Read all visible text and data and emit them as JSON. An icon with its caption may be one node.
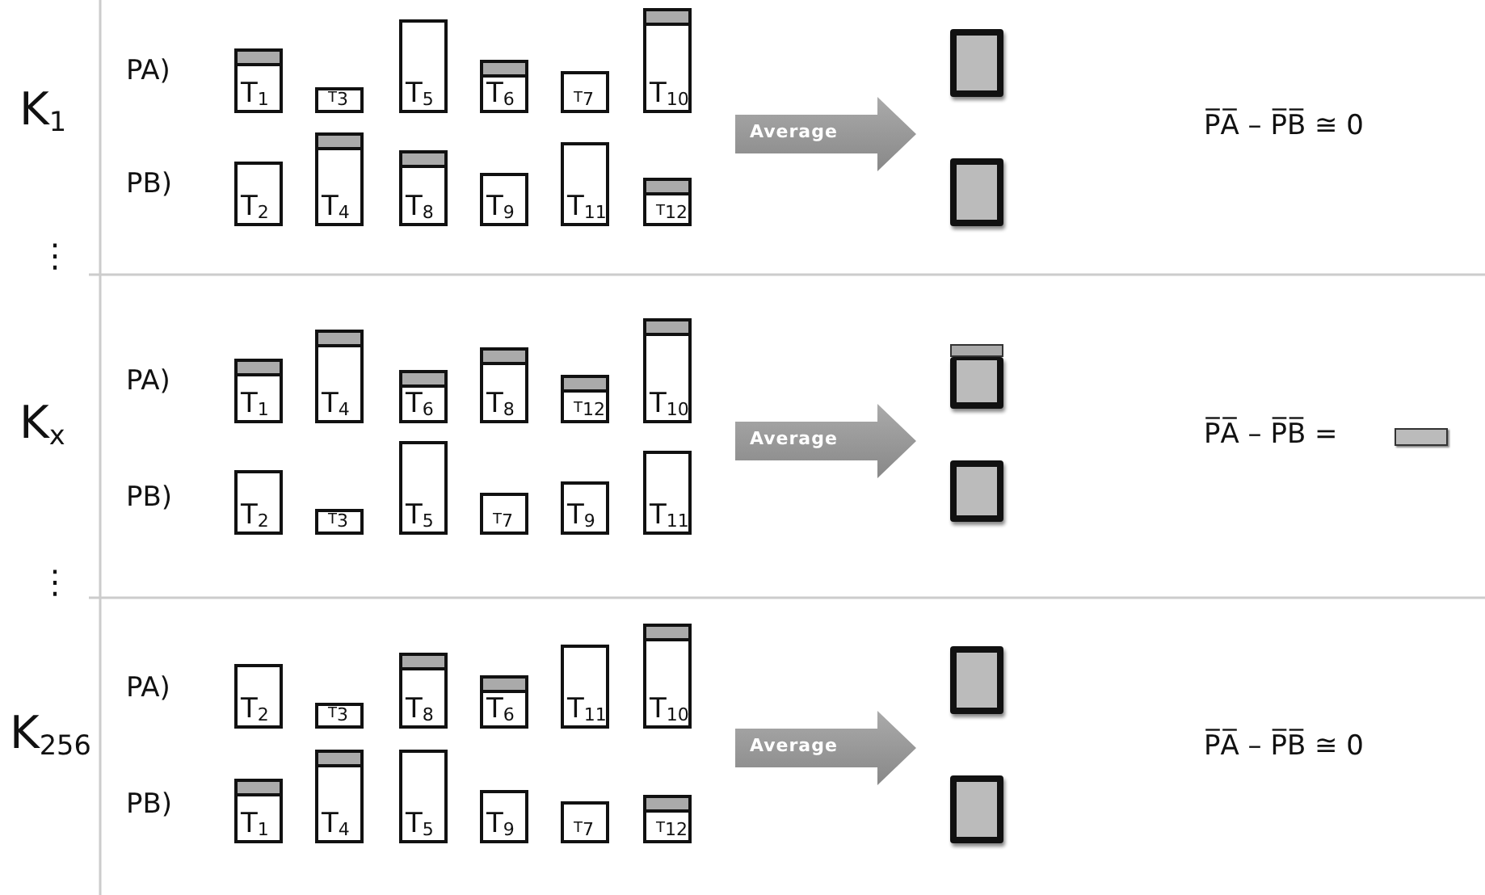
{
  "diagram": {
    "nodes": [
      {
        "text": [
          "T$_{1}$"
        ]
      },
      {
        "text": [
          "T$_{3}$"
        ]
      },
      {
        "text": [
          "T$_{5}$"
        ]
      },
      {
        "text": [
          "T$_{6}$"
        ]
      },
      {
        "text": [
          "T$_{7}$"
        ]
      },
      {
        "text": [
          "T$_{10}$"
        ]
      },
      {
        "text": [
          "T$_{2}$"
        ]
      },
      {
        "text": [
          "T$_{4}$"
        ]
      },
      {
        "text": [
          "T$_{8}$"
        ]
      },
      {
        "text": [
          "T$_{9}$"
        ]
      },
      {
        "text": [
          "T$_{11}$"
        ]
      },
      {
        "text": [
          "T$_{12}$"
        ]
      },
      {
        "text": [
          "Average"
        ]
      },
      {
        "text": [],
        "shape": "box"
      },
      {
        "text": [],
        "shape": "box"
      },
      {
        "text": [
          "T$_{1}$"
        ]
      },
      {
        "text": [
          "T$_{4}$"
        ]
      },
      {
        "text": [
          "T$_{6}$"
        ]
      },
      {
        "text": [
          "T$_{8}$"
        ]
      },
      {
        "text": [
          "T$_{12}$"
        ]
      },
      {
        "text": [
          "T$_{10}$"
        ]
      },
      {
        "text": [
          "T$_{2}$"
        ]
      },
      {
        "text": [
          "T$_{3}$"
        ]
      },
      {
        "text": [
          "T$_{5}$"
        ]
      },
      {
        "text": [
          "T$_{7}$"
        ]
      },
      {
        "text": [
          "T$_{9}$"
        ]
      },
      {
        "text": [
          "T$_{11}$"
        ]
      },
      {
        "text": [
          "Average"
        ]
      },
      {
        "text": [],
        "shape": "box"
      },
      {
        "text": [],
        "shape": "box"
      },
      {
        "text": [],
        "shape": "bar"
      },
      {
        "text": [
          "T$_{2}$"
        ]
      },
      {
        "text": [
          "T$_{3}$"
        ]
      },
      {
        "text": [
          "T$_{8}$"
        ]
      },
      {
        "text": [
          "T$_{6}$"
        ]
      },
      {
        "text": [
          "T$_{11}$"
        ]
      },
      {
        "text": [
          "T$_{10}$"
        ]
      },
      {
        "text": [
          "T$_{1}$"
        ]
      },
      {
        "text": [
          "T$_{4}$"
        ]
      },
      {
        "text": [
          "T$_{5}$"
        ]
      },
      {
        "text": [
          "T$_{9}$"
        ]
      },
      {
        "text": [
          "T$_{7}$"
        ]
      },
      {
        "text": [
          "T$_{12}$"
        ]
      },
      {
        "text": [
          "Average"
        ]
      },
      {
        "text": [],
        "shape": "box"
      },
      {
        "text": [],
        "shape": "box"
      }
    ],
    "labels": [
      "K$_{1}$",
      "PA)",
      "PB)",
      "P̅A̅ – P̅B̅ ≅ 0",
      "⋮",
      "K$_{x}$",
      "PA)",
      "PB)",
      "P̅A̅ – P̅B̅ =",
      "⋮",
      "K$_{256}$",
      "PA)",
      "PB)",
      "P̅A̅ – P̅B̅ ≅ 0"
    ]
  }
}
